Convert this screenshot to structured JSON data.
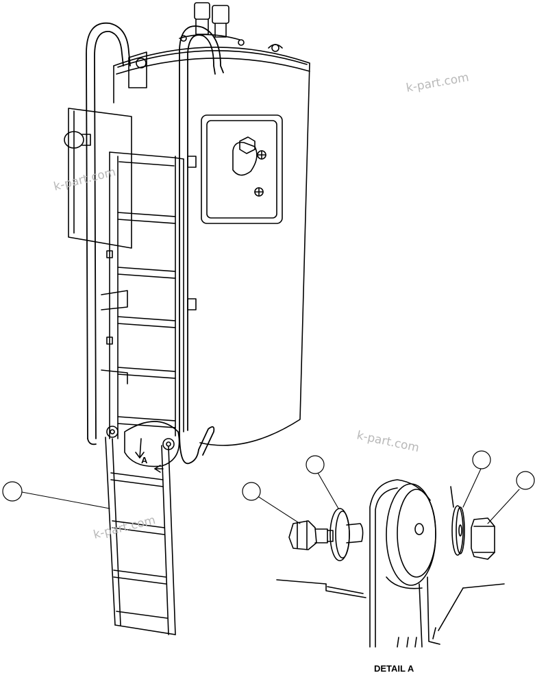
{
  "view_label": "A",
  "detail_caption": "DETAIL A",
  "watermarks": [
    "k-part.com",
    "k-part.com",
    "k-part.com",
    "k-part.com"
  ],
  "callouts": [
    {
      "id": "ladder",
      "leader": "ladder lower section"
    },
    {
      "id": "bolt",
      "leader": "bolt"
    },
    {
      "id": "washer-left",
      "leader": "washer"
    },
    {
      "id": "washer-right",
      "leader": "washer"
    },
    {
      "id": "nut",
      "leader": "nut"
    }
  ],
  "colors": {
    "line": "#000000",
    "watermark": "#b8b8b8",
    "background": "#ffffff"
  }
}
